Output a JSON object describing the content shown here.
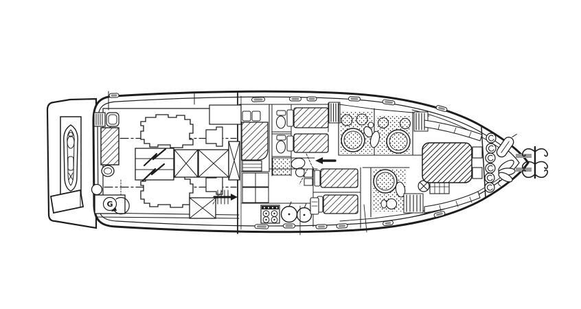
{
  "meta": {
    "title": "Motor yacht lower-deck accommodation plan (black-and-white line drawing)",
    "diagram_type": "yacht-floor-plan",
    "orientation": "stern-left, bow-right"
  },
  "palette": {
    "background": "#ffffff",
    "line": "#1d1d1d",
    "gray_fill": "#98999b",
    "hatch_style": "diagonal-lines",
    "floor_texture": "stipple-dots"
  },
  "labels": {
    "generator": "G"
  },
  "components": [
    {
      "id": "swim-platform",
      "symbol": "stern platform with tender well"
    },
    {
      "id": "tender-dinghy",
      "symbol": "personal watercraft stowed on platform"
    },
    {
      "id": "boarding-step",
      "symbol": "angled step box at stern quarter"
    },
    {
      "id": "hull-outline",
      "symbol": "bold hull sheer line with pointed bow"
    },
    {
      "id": "engine-port",
      "symbol": "port main engine block"
    },
    {
      "id": "engine-starboard",
      "symbol": "starboard main engine block"
    },
    {
      "id": "shaft-centerlines",
      "symbol": "dash-dot propeller shaft lines"
    },
    {
      "id": "generator",
      "symbol": "genset, circled G with rotation arrow"
    },
    {
      "id": "battery-bank",
      "symbol": "box with lightning bolts"
    },
    {
      "id": "fuel-tanks",
      "symbol": "boxes crossed with X"
    },
    {
      "id": "aft-companionway",
      "symbol": "hatched stair down, aft"
    },
    {
      "id": "mid-companionway",
      "symbol": "stair treads with solid arrow forward"
    },
    {
      "id": "corridor-arrow",
      "symbol": "solid arrow aft in passageway"
    },
    {
      "id": "mid-cabin-double-berth",
      "symbol": "hatched double berth with pillows and dresser"
    },
    {
      "id": "guest-berths-port",
      "symbol": "two hatched single berths, port side"
    },
    {
      "id": "guest-berths-starboard",
      "symbol": "two hatched single berths, starboard side"
    },
    {
      "id": "toilet-compartments",
      "symbol": "WC cubicles with toilet ovals"
    },
    {
      "id": "galley",
      "symbol": "four-burner stove, twin round sinks, appliance"
    },
    {
      "id": "heads-forward",
      "symbol": "stippled shower rooms with round stalls, sinks, toilets"
    },
    {
      "id": "hanging-lockers",
      "symbol": "clusters of vertical hanger strokes"
    },
    {
      "id": "drawer-chest",
      "symbol": "small grid of drawers"
    },
    {
      "id": "vent-fan",
      "symbol": "small circle crossed with X"
    },
    {
      "id": "v-berth",
      "symbol": "large hatched island berth in bow cabin"
    },
    {
      "id": "bow-settees",
      "symbol": "curved side benches along sheer"
    },
    {
      "id": "chain-locker",
      "symbol": "forepeak behind slanted bulkhead"
    },
    {
      "id": "mooring-swivels",
      "symbol": "column of six circled hook symbols"
    },
    {
      "id": "fender",
      "symbol": "capsule fender with lanyard"
    },
    {
      "id": "rope-coil",
      "symbol": "coiled mooring line"
    },
    {
      "id": "anchor",
      "symbol": "anchor with twin gray roller bars at stem"
    },
    {
      "id": "deck-hatches",
      "symbol": "stadium-shaped hatches along both side decks"
    },
    {
      "id": "callout-ticks",
      "symbol": "thin leader ticks crossing hull near galley"
    }
  ]
}
